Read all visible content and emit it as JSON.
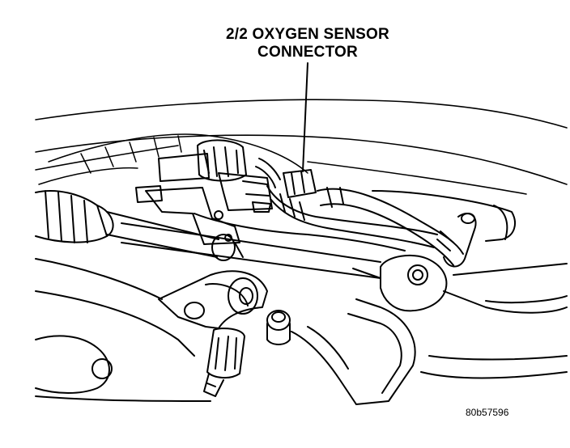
{
  "callout": {
    "line1": "2/2 OXYGEN SENSOR",
    "line2": "CONNECTOR"
  },
  "figure_id": "80b57596"
}
